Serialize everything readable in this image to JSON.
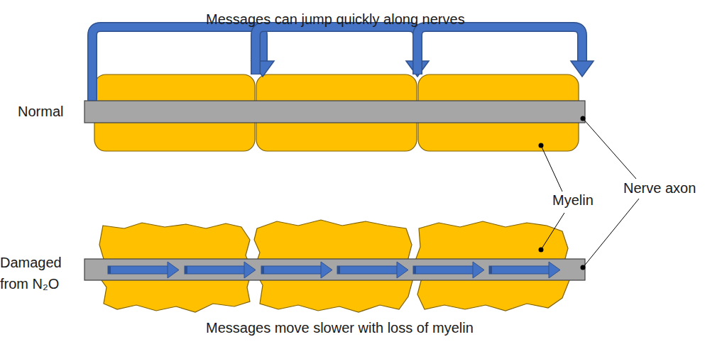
{
  "diagram": {
    "labels": [
      "Messages can jump quickly along nerves",
      "Normal",
      "Myelin",
      "Nerve axon",
      "Damaged from N₂O",
      "Messages move slower with loss of myelin"
    ]
  }
}
